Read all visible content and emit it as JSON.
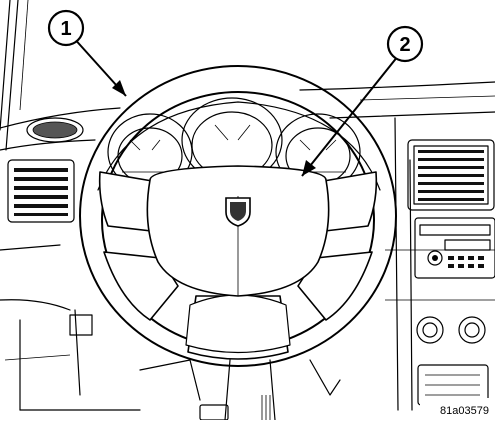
{
  "callouts": [
    {
      "number": "1",
      "item": "steering-wheel"
    },
    {
      "number": "2",
      "item": "driver-airbag"
    }
  ],
  "figure_id": "81a03579",
  "icons": [
    "steering-wheel",
    "airbag-emblem",
    "instrument-cluster",
    "air-vent",
    "radio",
    "climate-knob"
  ]
}
